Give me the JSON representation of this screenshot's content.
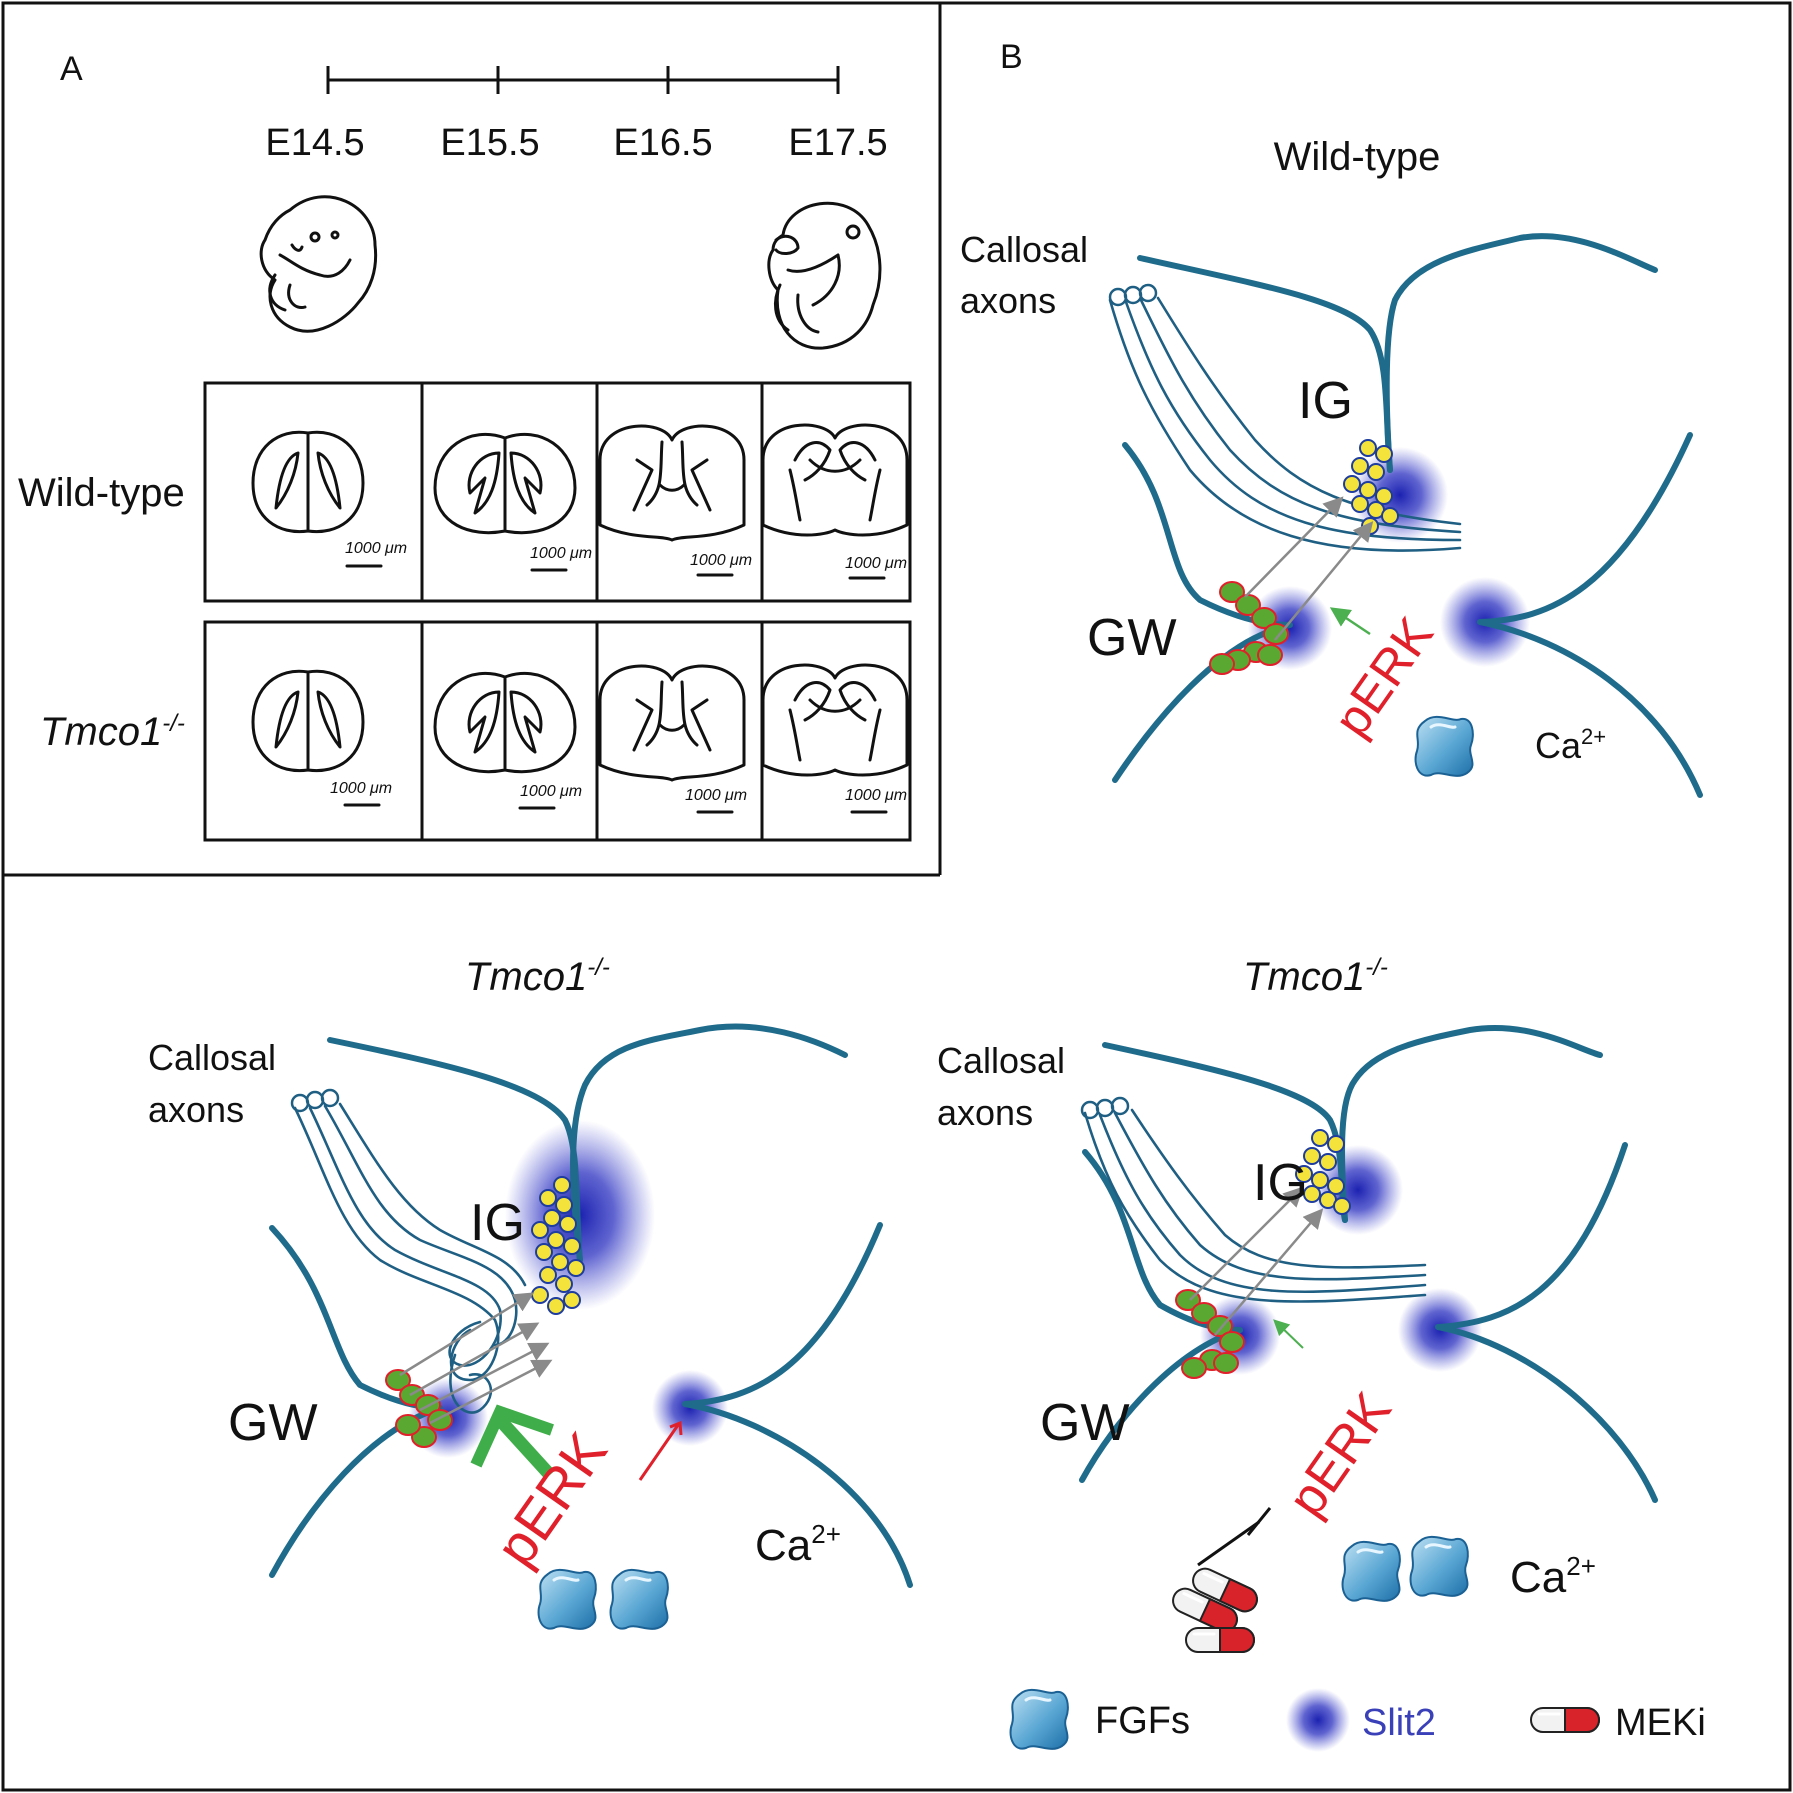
{
  "panel_a": {
    "label": "A",
    "timeline": [
      "E14.5",
      "E15.5",
      "E16.5",
      "E17.5"
    ],
    "row_labels": {
      "wildtype": "Wild-type",
      "knockout_main": "Tmco1",
      "knockout_sup": "-/-"
    },
    "scale_text": "1000 μm"
  },
  "panel_b": {
    "label": "B",
    "wildtype": {
      "title": "Wild-type",
      "callosal_1": "Callosal",
      "callosal_2": "axons",
      "ig": "IG",
      "gw": "GW",
      "perk": "pERK",
      "ca": "Ca",
      "ca_sup": "2+"
    },
    "ko_left": {
      "title": "Tmco1",
      "title_sup": "-/-",
      "callosal_1": "Callosal",
      "callosal_2": "axons",
      "ig": "IG",
      "gw": "GW",
      "perk": "pERK",
      "ca": "Ca",
      "ca_sup": "2+"
    },
    "ko_right": {
      "title": "Tmco1",
      "title_sup": "-/-",
      "callosal_1": "Callosal",
      "callosal_2": "axons",
      "ig": "IG",
      "gw": "GW",
      "perk": "pERK",
      "ca": "Ca",
      "ca_sup": "2+"
    }
  },
  "legend": {
    "fgfs": "FGFs",
    "slit2": "Slit2",
    "meki": "MEKi"
  },
  "colors": {
    "vessel": "#1f6b8c",
    "slit2_blue": "#2b2fb8",
    "perk_red": "#e0202a",
    "green_cell": "#5aa832",
    "yellow_cell": "#f3e33a",
    "fgf_blue": "#5aa7d4"
  }
}
